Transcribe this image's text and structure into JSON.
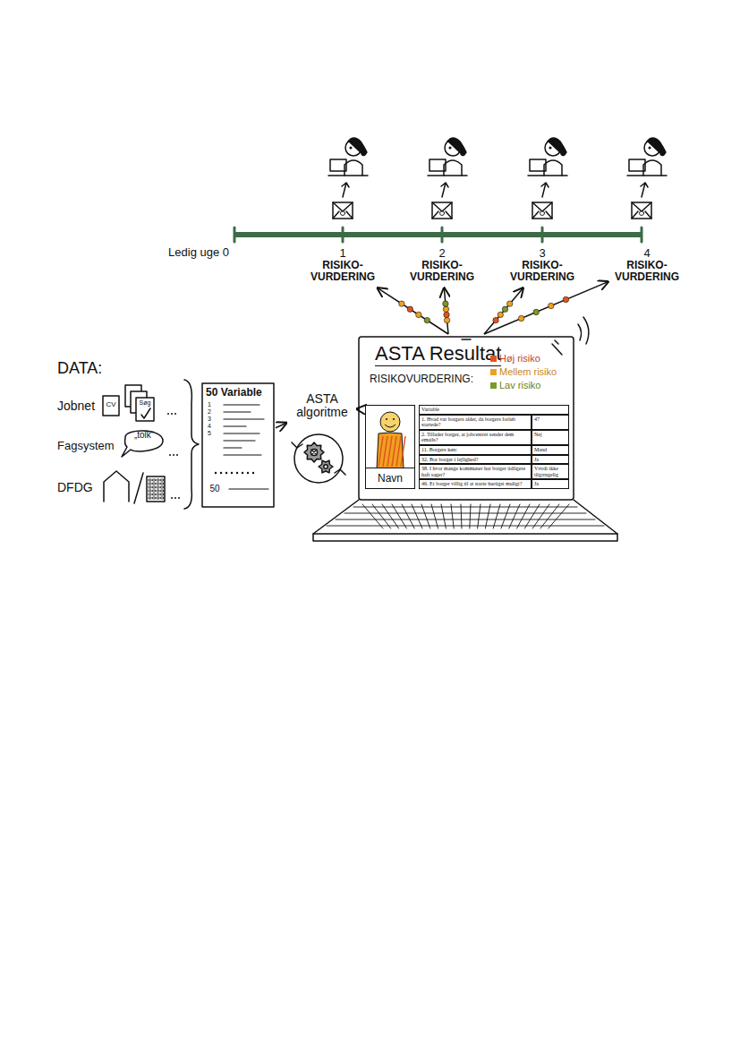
{
  "diagram": {
    "nodes": [
      {
        "text": [
          "ASTA algoritme"
        ]
      },
      {
        "text": [
          "50 Variable"
        ]
      },
      {
        "text": [
          "ASTA Resultat",
          "RISIKOVURDERING:"
        ]
      },
      {
        "text": [
          "Navn"
        ],
        "in": 2
      },
      {
        "text": [
          "1",
          "RISIKO- VURDERING"
        ]
      },
      {
        "text": [
          "2",
          "RISIKO- VURDERING"
        ]
      },
      {
        "text": [
          "3",
          "RISIKO- VURDERING"
        ]
      },
      {
        "text": [
          "4",
          "RISIKO- VURDERING"
        ]
      }
    ],
    "edges": [
      {
        "from": 1,
        "to": 0,
        "arrow": "to"
      },
      {
        "from": 0,
        "to": 2,
        "arrow": "to"
      },
      {
        "from": 2,
        "to": 4,
        "arrow": "to"
      },
      {
        "from": 2,
        "to": 5,
        "arrow": "to"
      },
      {
        "from": 2,
        "to": 6,
        "arrow": "to"
      },
      {
        "from": 2,
        "to": 7,
        "arrow": "to"
      }
    ],
    "labels": [
      "Ledig uge 0",
      "DATA:",
      "Jobnet",
      "Fagsystem",
      "DFDG",
      "CV",
      "Søg",
      "„tolk“",
      "1",
      "2",
      "3",
      "4",
      "5",
      "50",
      "Variable",
      "1. Hvad var borgers alder, da borgers forløb startede?",
      "47",
      "2. Tillader borger, at jobcentret sender dem emails?",
      "Nej",
      "11. Borgers køn:",
      "Mand",
      "32. Bor borger i lejlighed?",
      "Ja",
      "38. I hvor mange kommuner har borger tidligere haft sager?",
      "Værdi ikke tilgængelig",
      "46. Er borger villig til at starte hurtigst muligt?",
      "Ja"
    ],
    "legend": [
      {
        "text": "Høj risiko",
        "color": "#e0561f"
      },
      {
        "text": "Mellem risiko",
        "color": "#f0a020"
      },
      {
        "text": "Lav risiko",
        "color": "#7a9a2a"
      }
    ]
  }
}
